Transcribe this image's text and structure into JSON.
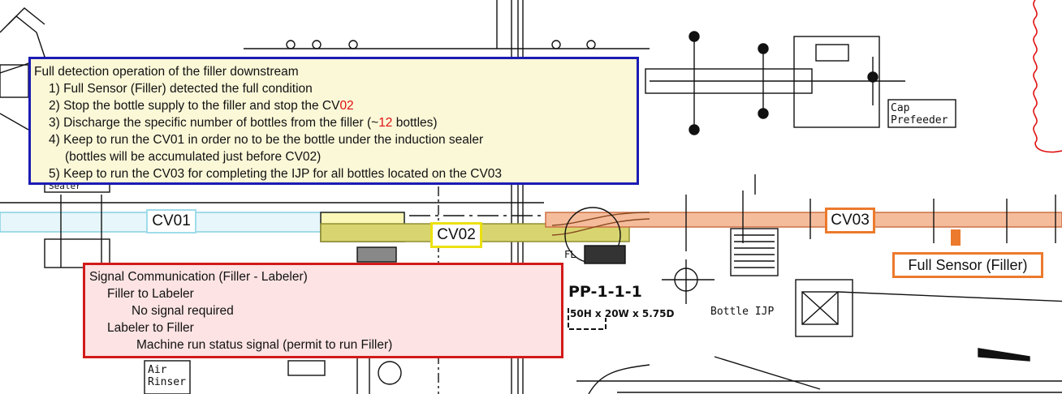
{
  "colors": {
    "note_border": "#1b1bb4",
    "note_fill": "#fbf8d8",
    "signal_border": "#d21a1a",
    "signal_fill": "#fde3e3",
    "cv01": "#9fdcea",
    "cv02": "#ece010",
    "cv03": "#ec7a2c",
    "highlight_number": "#e01010"
  },
  "operation_note": {
    "title": "Full detection operation of the filler downstream",
    "step1": "1) Full Sensor (Filler) detected the full condition",
    "step2_prefix": "2) Stop the bottle supply to the filler and stop the CV",
    "step2_highlight": "02",
    "step3_prefix": "3) Discharge the specific number of bottles from the filler (~",
    "step3_highlight": "12",
    "step3_suffix": " bottles)",
    "step4": "4) Keep to run the CV01 in order no to be the bottle under the induction sealer",
    "step4_cont": "(bottles will be accumulated just before CV02)",
    "step5": "5) Keep to run the CV03 for completing the IJP for all bottles located on the CV03"
  },
  "signal_note": {
    "title": "Signal Communication (Filler - Labeler)",
    "line1": "Filler to Labeler",
    "line2": "No signal required",
    "line3": "Labeler to Filler",
    "line4": "Machine run status signal (permit to run Filler)"
  },
  "conveyor_tags": {
    "cv01": "CV01",
    "cv02": "CV02",
    "cv03": "CV03",
    "full_sensor": "Full Sensor (Filler)"
  },
  "drawing_labels": {
    "cap_prefeeder_1": "Cap",
    "cap_prefeeder_2": "Prefeeder",
    "sealer": "Sealer",
    "fl": "FL",
    "pp": "PP-1-1-1",
    "pp_dims": "50H x 20W x 5.75D",
    "bottle_ijp": "Bottle IJP",
    "air_rinser_1": "Air",
    "air_rinser_2": "Rinser"
  }
}
